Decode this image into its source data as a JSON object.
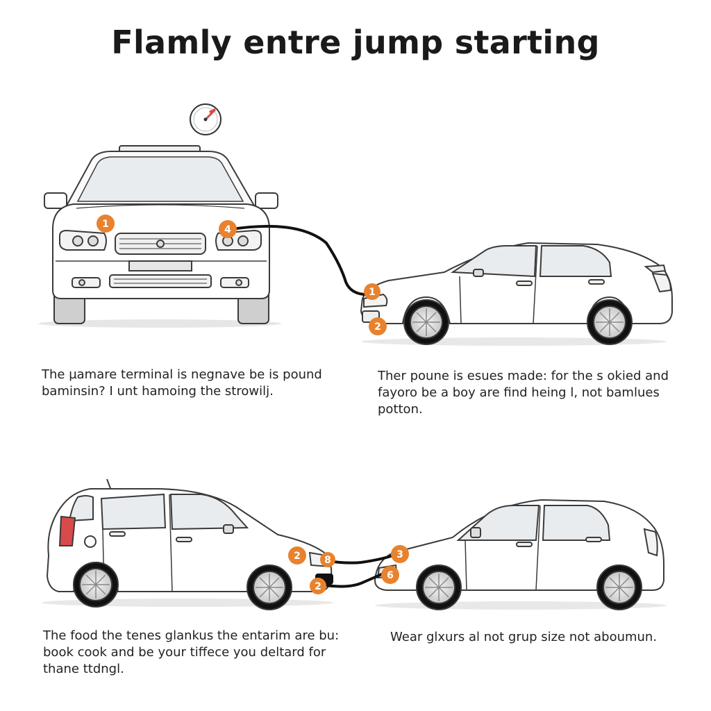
{
  "title": "Flamly entre jump starting",
  "captions": {
    "top_left": "The µamare terminal is negnave be is pound\nbaminsin? I unt hamoing the strowilj.",
    "top_right": "Ther poune is esues made: for the s okied and\nfayoro be a boy are find heing l, not bamlues\npotton.",
    "bottom_left": "The food the tenes glankus the entarim are bu:\nbook cook and be your tiffece you deltard for\nthane ttdngl.",
    "bottom_right": "Wear glxurs al not grup size not aboumun."
  },
  "badges": {
    "front_car_left": "1",
    "front_car_right": "4",
    "side_car_front_top": "1",
    "side_car_front_bottom": "2",
    "hatch_front_upper": "2",
    "hatch_front_plug": "8",
    "hatch_front_lower": "2",
    "sedan_front_upper": "3",
    "sedan_front_lower": "6"
  },
  "colors": {
    "badge": "#e8822e",
    "outline": "#3a3a3a",
    "cable": "#111111",
    "glass": "#e9ecef",
    "light": "#d94a4a"
  },
  "icons": {
    "gauge": "gauge-icon"
  }
}
